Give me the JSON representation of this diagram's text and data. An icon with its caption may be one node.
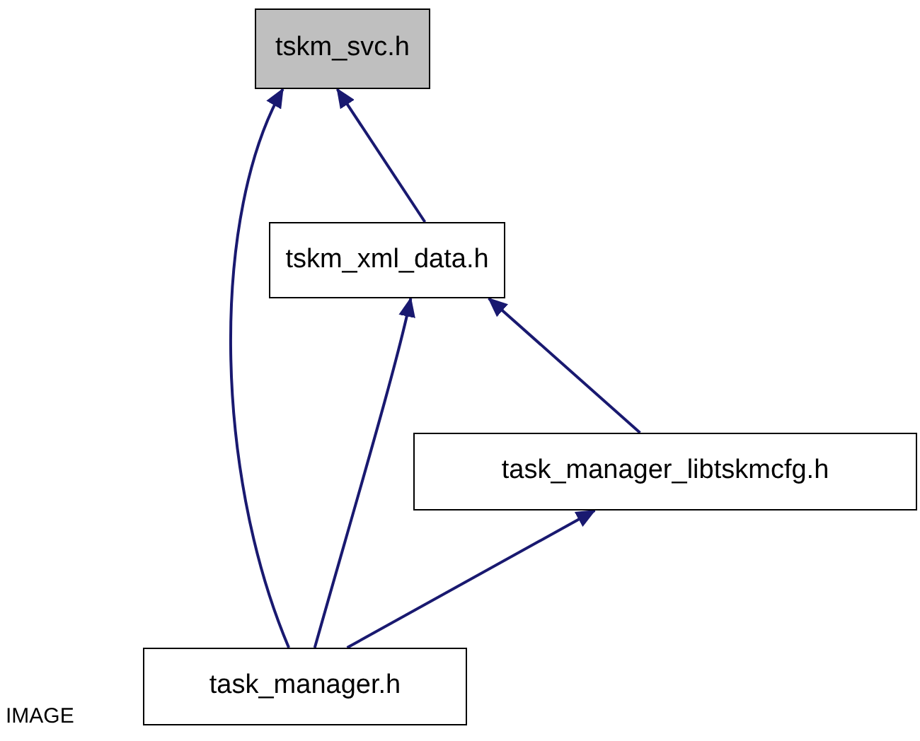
{
  "diagram": {
    "nodes": [
      {
        "text": [
          "tskm_svc.h"
        ]
      },
      {
        "text": [
          "tskm_xml_data.h"
        ]
      },
      {
        "text": [
          "task_manager_libtskmcfg.h"
        ]
      },
      {
        "text": [
          "task_manager.h"
        ]
      }
    ],
    "edges": [
      {
        "from": 1,
        "to": 0,
        "arrow": "to"
      },
      {
        "from": 3,
        "to": 0,
        "arrow": "to"
      },
      {
        "from": 3,
        "to": 1,
        "arrow": "to"
      },
      {
        "from": 2,
        "to": 1,
        "arrow": "to"
      },
      {
        "from": 3,
        "to": 2,
        "arrow": "to"
      }
    ],
    "labels": [
      "IMAGE"
    ]
  }
}
